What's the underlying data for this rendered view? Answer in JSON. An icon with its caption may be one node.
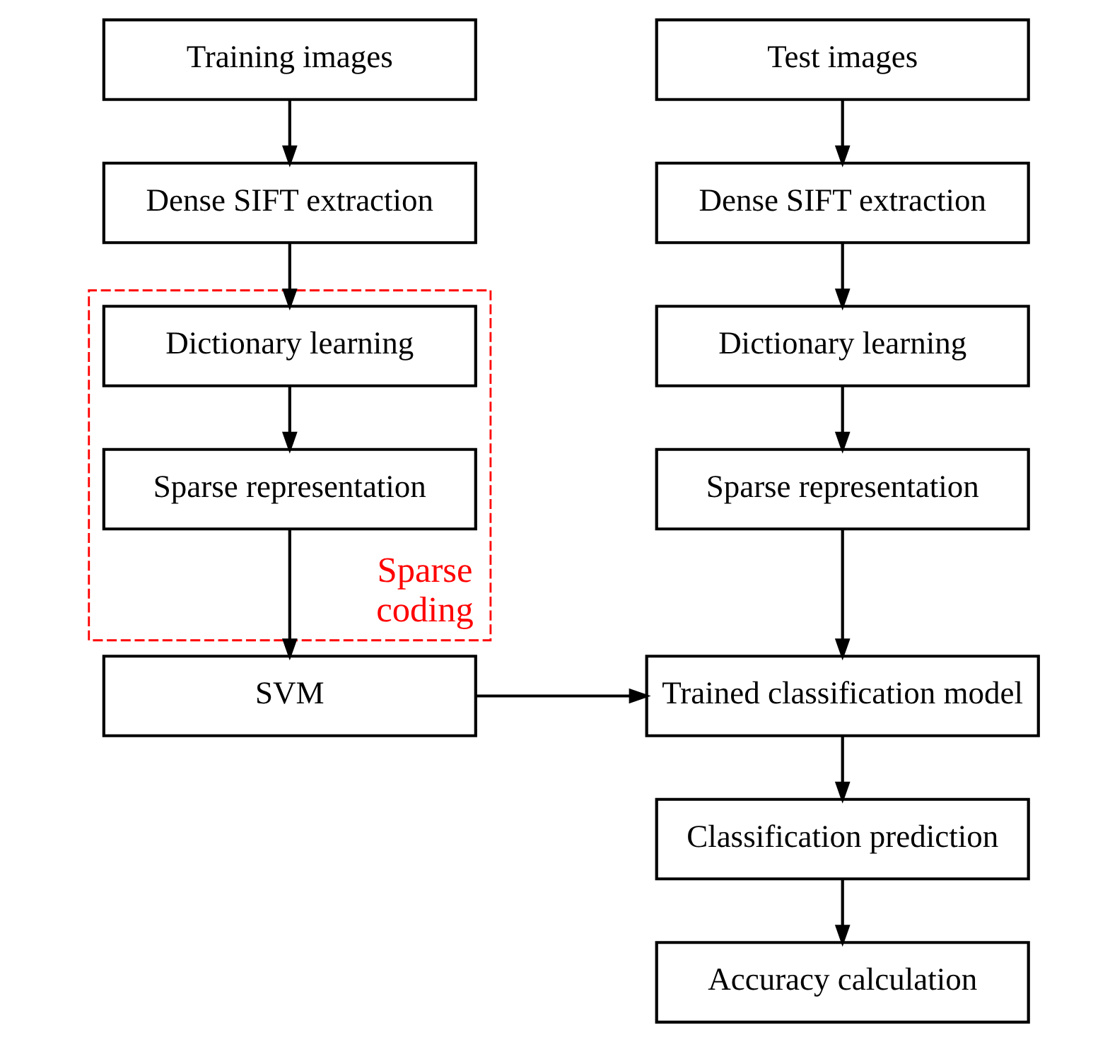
{
  "diagram": {
    "nodes": [
      {
        "text": [
          "Training images"
        ]
      },
      {
        "text": [
          "Dense SIFT extraction"
        ]
      },
      {
        "text": [
          "Sparse coding"
        ]
      },
      {
        "text": [
          "Dictionary learning"
        ],
        "in": 2
      },
      {
        "text": [
          "Sparse representation"
        ],
        "in": 2
      },
      {
        "text": [
          "SVM"
        ]
      },
      {
        "text": [
          "Test images"
        ]
      },
      {
        "text": [
          "Dense SIFT extraction"
        ]
      },
      {
        "text": [
          "Dictionary learning"
        ]
      },
      {
        "text": [
          "Sparse representation"
        ]
      },
      {
        "text": [
          "Trained classification model"
        ]
      },
      {
        "text": [
          "Classification prediction"
        ]
      },
      {
        "text": [
          "Accuracy calculation"
        ]
      }
    ],
    "edges": [
      {
        "from": 0,
        "to": 1,
        "arrow": "to"
      },
      {
        "from": 1,
        "to": 3,
        "arrow": "to"
      },
      {
        "from": 3,
        "to": 4,
        "arrow": "to"
      },
      {
        "from": 4,
        "to": 5,
        "arrow": "to"
      },
      {
        "from": 6,
        "to": 7,
        "arrow": "to"
      },
      {
        "from": 7,
        "to": 8,
        "arrow": "to"
      },
      {
        "from": 8,
        "to": 9,
        "arrow": "to"
      },
      {
        "from": 9,
        "to": 10,
        "arrow": "to"
      },
      {
        "from": 5,
        "to": 10,
        "arrow": "to"
      },
      {
        "from": 10,
        "to": 11,
        "arrow": "to"
      },
      {
        "from": 11,
        "to": 12,
        "arrow": "to"
      }
    ]
  }
}
